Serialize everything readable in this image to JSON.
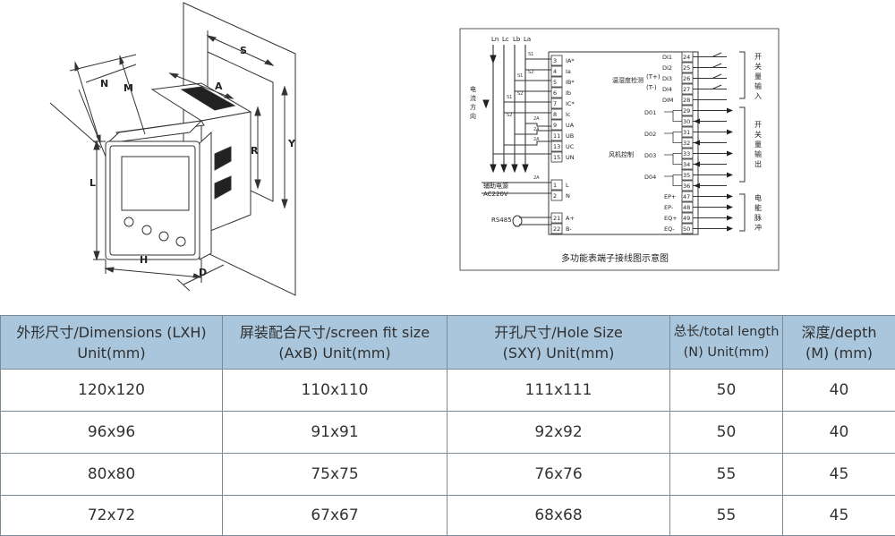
{
  "meter_drawing": {
    "labels": {
      "N": "N",
      "M": "M",
      "A": "A",
      "S": "S",
      "R": "R",
      "Y": "Y",
      "L": "L",
      "H": "H",
      "D": "D"
    }
  },
  "wiring": {
    "caption": "多功能表端子接线图示意图",
    "current_lines": [
      "Ln",
      "Lc",
      "Lb",
      "La"
    ],
    "left_vertical_text": [
      "电",
      "流",
      "方",
      "向"
    ],
    "aux_power": {
      "line1": "辅助电源",
      "line2": "AC220V"
    },
    "rs485": "RS485",
    "fuse_labels": [
      "S1",
      "S2",
      "S1",
      "S2",
      "S1",
      "S2"
    ],
    "fuse_small": [
      "2A",
      "2A",
      "2A",
      "2A"
    ],
    "left_terminals": [
      {
        "num": "3",
        "name": "IA*"
      },
      {
        "num": "4",
        "name": "Ia"
      },
      {
        "num": "5",
        "name": "IB*"
      },
      {
        "num": "6",
        "name": "Ib"
      },
      {
        "num": "7",
        "name": "IC*"
      },
      {
        "num": "8",
        "name": "Ic"
      },
      {
        "num": "9",
        "name": "UA"
      },
      {
        "num": "11",
        "name": "UB"
      },
      {
        "num": "13",
        "name": "UC"
      },
      {
        "num": "15",
        "name": "UN"
      },
      {
        "num": "1",
        "name": "L"
      },
      {
        "num": "2",
        "name": "N"
      },
      {
        "num": "21",
        "name": "A+"
      },
      {
        "num": "22",
        "name": "B-"
      }
    ],
    "di_terminals": [
      {
        "num": "24",
        "name": "DI1"
      },
      {
        "num": "25",
        "name": "DI2"
      },
      {
        "num": "26",
        "name": "DI3"
      },
      {
        "num": "27",
        "name": "DI4"
      },
      {
        "num": "28",
        "name": "DIM"
      }
    ],
    "di_note": {
      "main": "温湿度检测",
      "t_plus": "(T+)",
      "t_minus": "(T-)"
    },
    "do_terminals": [
      {
        "name": "D01",
        "nums": [
          "29",
          "30"
        ]
      },
      {
        "name": "D02",
        "nums": [
          "31",
          "32"
        ]
      },
      {
        "name": "D03",
        "nums": [
          "33",
          "34"
        ]
      },
      {
        "name": "D04",
        "nums": [
          "35",
          "36"
        ]
      }
    ],
    "do_note": "风机控制",
    "pulse_terminals": [
      {
        "num": "47",
        "name": "EP+"
      },
      {
        "num": "48",
        "name": "EP-"
      },
      {
        "num": "49",
        "name": "EQ+"
      },
      {
        "num": "50",
        "name": "EQ-"
      }
    ],
    "group_labels": {
      "switch_in": [
        "开",
        "关",
        "量",
        "输",
        "入"
      ],
      "switch_out": [
        "开",
        "关",
        "量",
        "输",
        "出"
      ],
      "pulse": [
        "电",
        "能",
        "脉",
        "冲"
      ]
    }
  },
  "table": {
    "headers": [
      {
        "line1": "外形尺寸/Dimensions (LXH)",
        "line2": "Unit(mm)"
      },
      {
        "line1": "屏装配合尺寸/screen fit size",
        "line2": "(AxB) Unit(mm)"
      },
      {
        "line1": "开孔尺寸/Hole Size",
        "line2": "(SXY) Unit(mm)"
      },
      {
        "line1": "总长/total length",
        "line2": "(N) Unit(mm)"
      },
      {
        "line1": "深度/depth",
        "line2": "(M) (mm)"
      }
    ],
    "rows": [
      [
        "120x120",
        "110x110",
        "111x111",
        "50",
        "40"
      ],
      [
        "96x96",
        "91x91",
        "92x92",
        "50",
        "40"
      ],
      [
        "80x80",
        "75x75",
        "76x76",
        "55",
        "45"
      ],
      [
        "72x72",
        "67x67",
        "68x68",
        "55",
        "45"
      ]
    ]
  }
}
